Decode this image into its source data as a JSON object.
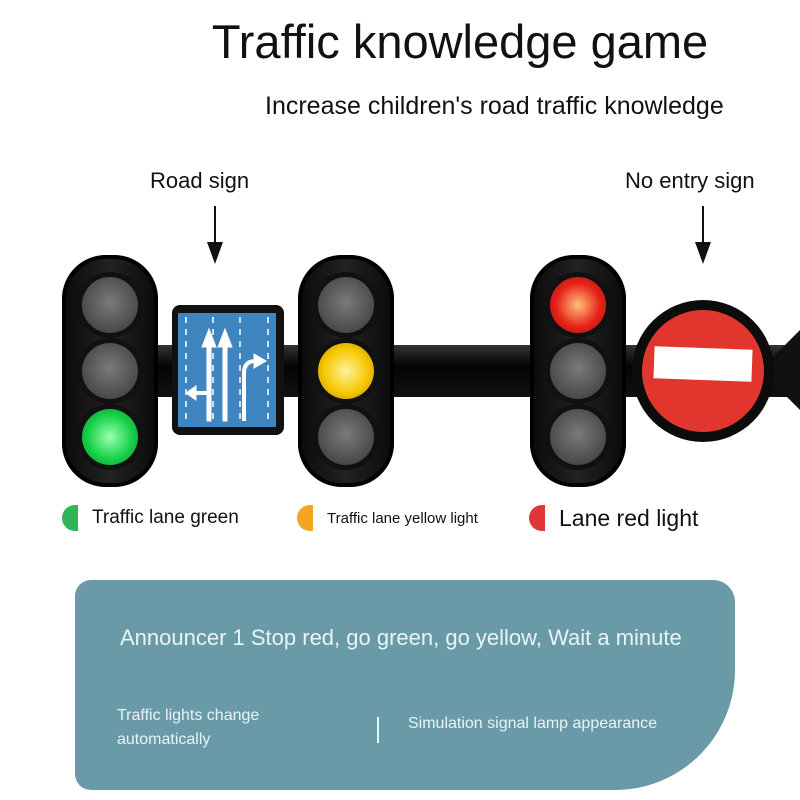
{
  "header": {
    "title": "Traffic knowledge game",
    "subtitle": "Increase children's road traffic knowledge"
  },
  "callouts": {
    "road_sign": "Road sign",
    "no_entry_sign": "No entry sign"
  },
  "legend": [
    {
      "label": "Traffic lane green",
      "color": "#2fb45a"
    },
    {
      "label": "Traffic lane yellow light",
      "color": "#f4a623"
    },
    {
      "label": "Lane red light",
      "color": "#e0363a"
    }
  ],
  "lights": [
    {
      "active": "green",
      "color": "#19d24a"
    },
    {
      "active": "yellow",
      "color": "#f6c800"
    },
    {
      "active": "red",
      "color": "#e8231a"
    }
  ],
  "panel": {
    "background": "#6a9aa8",
    "headline": "Announcer 1 Stop red, go green, go yellow, Wait a minute",
    "feature_left": "Traffic lights change automatically",
    "feature_right": "Simulation signal lamp appearance"
  }
}
